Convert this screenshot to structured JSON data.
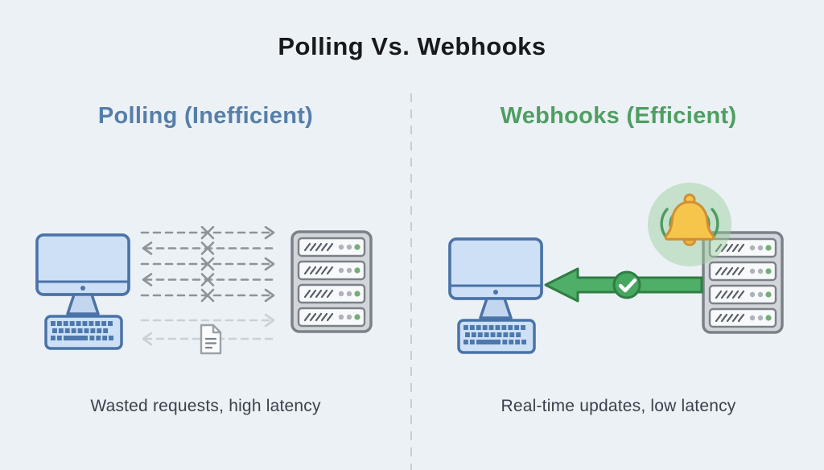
{
  "title": "Polling Vs. Webhooks",
  "left_panel": {
    "heading": "Polling (Inefficient)",
    "heading_color": "#567ea8",
    "caption": "Wasted requests, high latency",
    "icons": [
      "computer-icon",
      "failed-request-arrows-icon",
      "document-icon",
      "server-rack-icon"
    ],
    "arrow_rows": [
      {
        "direction": "right",
        "status": "failed-x"
      },
      {
        "direction": "left",
        "status": "failed-x"
      },
      {
        "direction": "right",
        "status": "failed-x"
      },
      {
        "direction": "left",
        "status": "failed-x"
      },
      {
        "direction": "right",
        "status": "failed-x"
      },
      {
        "direction": "right",
        "status": "faded"
      },
      {
        "direction": "left",
        "status": "faded-with-document"
      }
    ]
  },
  "right_panel": {
    "heading": "Webhooks (Efficient)",
    "heading_color": "#4f9e63",
    "caption": "Real-time updates, low latency",
    "icons": [
      "computer-icon",
      "webhook-arrow-icon",
      "check-icon",
      "notification-bell-icon",
      "server-rack-icon"
    ]
  },
  "colors": {
    "background": "#ecf1f5",
    "title_text": "#17191c",
    "caption_text": "#3a414b",
    "polling_blue": "#567ea8",
    "webhook_green": "#4f9e63",
    "arrow_gray": "#8d939b",
    "faded_arrow_gray": "#cbd0d7",
    "computer_blue_outline": "#4a73a7",
    "computer_screen_fill": "#cde0f6",
    "server_frame_fill": "#d2d6da",
    "server_led_green": "#73ae77",
    "server_led_gray": "#aeb3b9",
    "solid_arrow_green": "#4fae67",
    "bell_amber": "#f6c54c",
    "bell_glow_green": "#d8e8d7"
  }
}
